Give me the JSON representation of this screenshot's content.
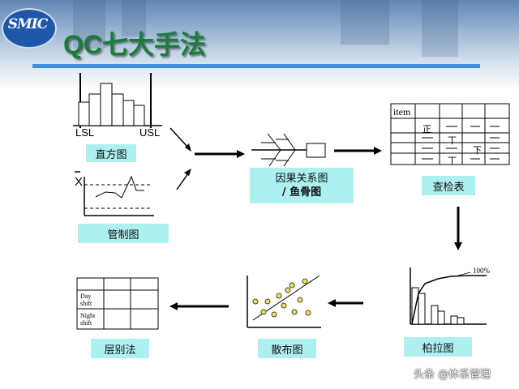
{
  "logo": {
    "text": "SMIC"
  },
  "title": "QC七大手法",
  "histogram": {
    "label": "直方图",
    "lsl": "LSL",
    "usl": "USL"
  },
  "control_chart": {
    "label": "管制图",
    "xbar": "X"
  },
  "fishbone": {
    "label_line1": "因果关系图",
    "label_line2": "/ 鱼骨图"
  },
  "check_sheet": {
    "label": "查检表",
    "header": "item",
    "marks": [
      "正",
      "丅",
      "丅",
      "下"
    ]
  },
  "pareto": {
    "label": "柏拉图",
    "percent": "100%"
  },
  "scatter": {
    "label": "散布图"
  },
  "stratification": {
    "label": "层别法",
    "rows": [
      [
        "Day",
        "shift"
      ],
      [
        "Night",
        "shift"
      ]
    ]
  },
  "watermark": "头条 @体系管理"
}
